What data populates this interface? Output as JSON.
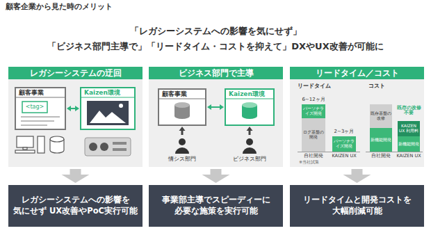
{
  "diagram": {
    "title": "顧客企業から見た時のメリット",
    "nodes": [
      {
        "text": [
          "レガシーシステムの迂回"
        ]
      },
      {
        "text": [
          "顧客事業"
        ],
        "in": 0
      },
      {
        "text": [
          "<tag>"
        ],
        "in": 1
      },
      {
        "text": [
          "Kaizen環境"
        ],
        "in": 0
      },
      {
        "text": [
          "レガシーシステムへの影響を 気にせず UX改善やPoC実行可能"
        ]
      },
      {
        "text": [
          "ビジネス部門で主導"
        ]
      },
      {
        "text": [
          "顧客事業"
        ],
        "in": 5
      },
      {
        "text": [
          "Kaizen環境"
        ],
        "in": 5
      },
      {
        "text": [
          "情シス部門"
        ],
        "in": 5
      },
      {
        "text": [
          "ビジネス部門"
        ],
        "in": 5
      },
      {
        "text": [
          "事業部主導でスピーディーに 必要な施策を実行可能"
        ]
      },
      {
        "text": [
          "リードタイム／コスト"
        ]
      },
      {
        "text": [
          "パーソナライズ開発"
        ],
        "in": 11
      },
      {
        "text": [
          "ログ基盤の開発"
        ],
        "in": 11
      },
      {
        "text": [
          "パーソナライズ開発"
        ],
        "in": 11
      },
      {
        "text": [
          "既存基盤の改修"
        ],
        "in": 11
      },
      {
        "text": [
          "新機能開発"
        ],
        "in": 11
      },
      {
        "text": [
          "KAIZEN UX 利用料"
        ],
        "in": 11
      },
      {
        "text": [
          "新機能開発"
        ],
        "in": 11
      },
      {
        "text": [
          "リードタイムと開発コストを 大幅削減可能"
        ]
      }
    ],
    "edges": [
      {
        "from": 1,
        "to": 3,
        "arrow": "both"
      },
      {
        "from": 0,
        "to": 4,
        "arrow": "to"
      },
      {
        "from": 6,
        "to": 7,
        "arrow": "both"
      },
      {
        "from": 8,
        "to": 6,
        "arrow": "to"
      },
      {
        "from": 9,
        "to": 7,
        "arrow": "to"
      },
      {
        "from": 5,
        "to": 10,
        "arrow": "to"
      },
      {
        "from": 11,
        "to": 19,
        "arrow": "to"
      }
    ],
    "labels": [
      "「レガシーシステムへの影響を気にせず」",
      "「ビジネス部門主導で」「リードタイム・コストを抑えて」DXやUX改善が可能に",
      "リードタイム",
      "コスト",
      "6~12ヶ月",
      "2~3ヶ月",
      "既存の改修不要",
      "自社開発",
      "KAIZEN UX",
      "自社開発",
      "KAIZEN UX",
      "※当社試算"
    ]
  }
}
